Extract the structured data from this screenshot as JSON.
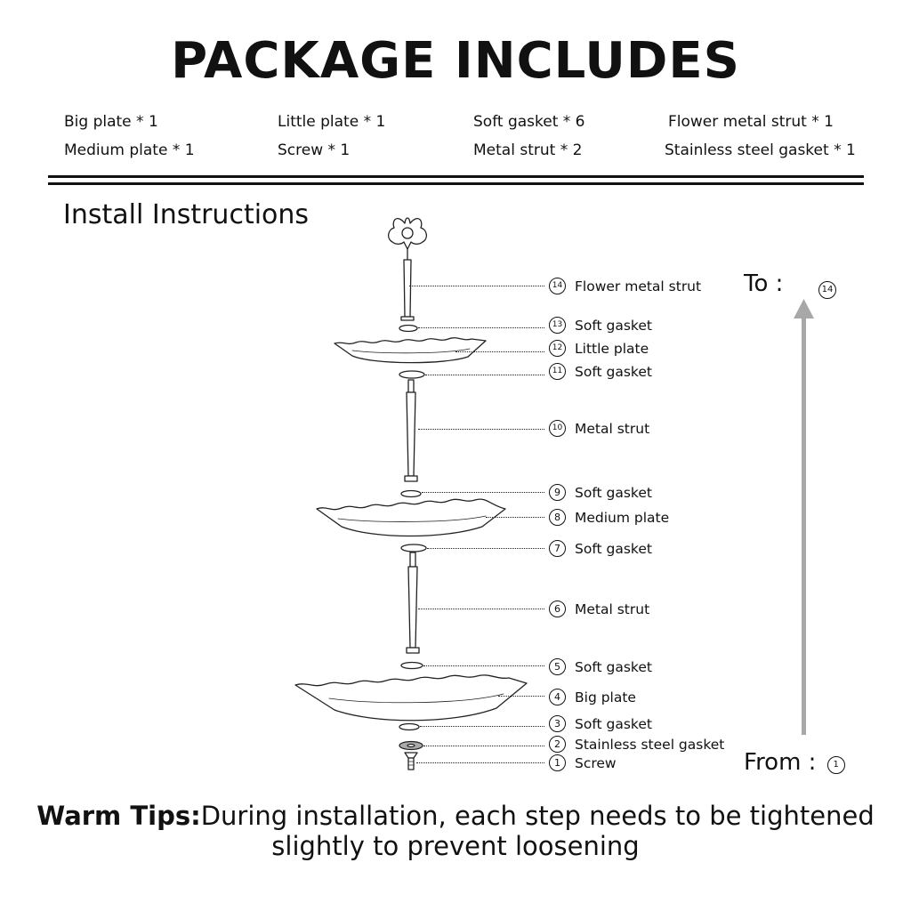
{
  "title": "PACKAGE  INCLUDES",
  "package_items": [
    "Big plate * 1",
    "Little plate * 1",
    "Soft gasket * 6",
    "Flower metal strut * 1",
    "Medium plate *  1",
    "Screw * 1",
    "Metal strut * 2",
    "Stainless steel gasket * 1"
  ],
  "install_title": "Install Instructions",
  "parts": [
    {
      "num": "14",
      "label": "Flower metal strut"
    },
    {
      "num": "13",
      "label": "Soft gasket"
    },
    {
      "num": "12",
      "label": "Little plate"
    },
    {
      "num": "11",
      "label": "Soft gasket"
    },
    {
      "num": "10",
      "label": "Metal strut"
    },
    {
      "num": "9",
      "label": "Soft gasket"
    },
    {
      "num": "8",
      "label": "Medium plate"
    },
    {
      "num": "7",
      "label": "Soft gasket"
    },
    {
      "num": "6",
      "label": "Metal strut"
    },
    {
      "num": "5",
      "label": "Soft gasket"
    },
    {
      "num": "4",
      "label": "Big plate"
    },
    {
      "num": "3",
      "label": "Soft gasket"
    },
    {
      "num": "2",
      "label": "Stainless steel gasket"
    },
    {
      "num": "1",
      "label": "Screw"
    }
  ],
  "to_label": "To :",
  "to_num": "14",
  "from_label": "From :",
  "from_num": "1",
  "tips_bold": "Warm Tips:",
  "tips_text": "During installation, each step needs to be tightened slightly to prevent loosening",
  "colors": {
    "text": "#111111",
    "arrow": "#a8a8a8",
    "background": "#ffffff"
  }
}
